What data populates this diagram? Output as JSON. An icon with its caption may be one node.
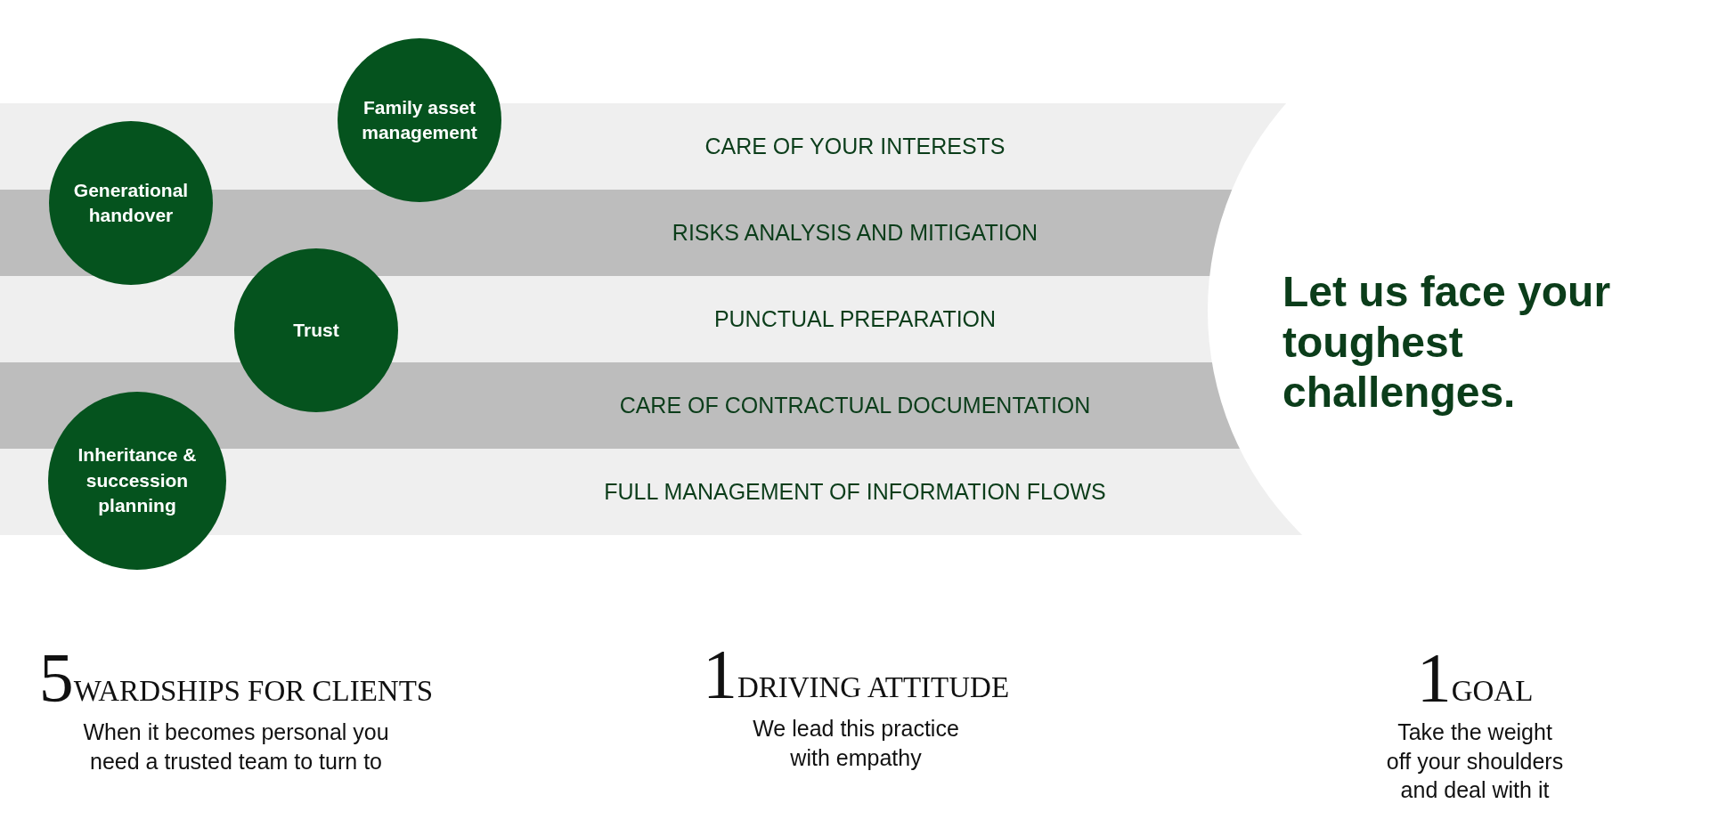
{
  "diagram": {
    "nodes": [
      {
        "text": [
          "CARE OF YOUR INTERESTS"
        ]
      },
      {
        "text": [
          "RISKS ANALYSIS AND MITIGATION"
        ]
      },
      {
        "text": [
          "PUNCTUAL PREPARATION"
        ]
      },
      {
        "text": [
          "CARE OF CONTRACTUAL DOCUMENTATION"
        ]
      },
      {
        "text": [
          "FULL MANAGEMENT OF INFORMATION FLOWS"
        ]
      },
      {
        "text": [
          "Family asset management"
        ]
      },
      {
        "text": [
          "Generational handover"
        ]
      },
      {
        "text": [
          "Trust"
        ]
      },
      {
        "text": [
          "Inheritance & succession planning"
        ]
      }
    ],
    "edges": [],
    "labels": [
      "Let us face your toughest challenges.",
      "5",
      "WARDSHIPS FOR CLIENTS",
      "When it becomes personal you need a trusted team to turn to",
      "1",
      "DRIVING ATTITUDE",
      "We lead this practice with empathy",
      "1",
      "GOAL",
      "Take the weight off your shoulders and deal with it"
    ]
  }
}
